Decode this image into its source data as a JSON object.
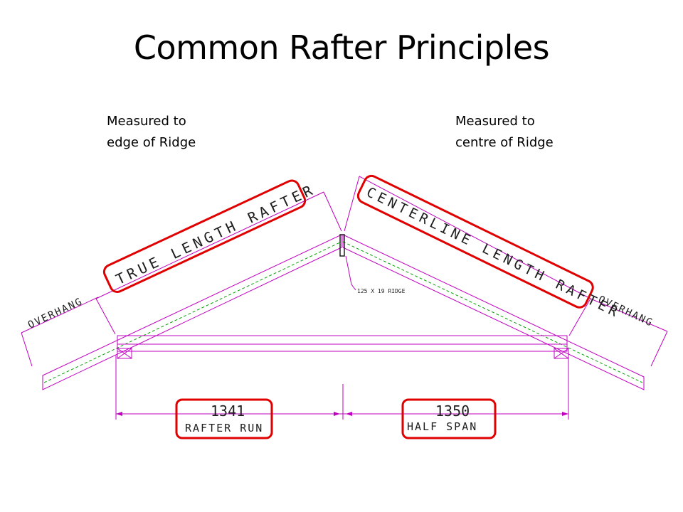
{
  "slide": {
    "title": "Common Rafter Principles"
  },
  "notes": {
    "left": {
      "line1": "Measured to",
      "line2": "edge of Ridge"
    },
    "right": {
      "line1": "Measured to",
      "line2": "centre of Ridge"
    }
  },
  "labels": {
    "true_length_rafter": "TRUE LENGTH RAFTER",
    "centerline_length_rafter": "CENTERLINE LENGTH RAFTER",
    "overhang_left": "OVERHANG",
    "overhang_right": "OVERHANG",
    "ridge_note": "125 X 19 RIDGE",
    "rafter_run_value": "1341",
    "rafter_run_label": "RAFTER RUN",
    "half_span_value": "1350",
    "half_span_label": "HALF SPAN"
  },
  "colors": {
    "highlight": "#e00000",
    "linework": "#c000c0",
    "centerline": "#00a000"
  }
}
